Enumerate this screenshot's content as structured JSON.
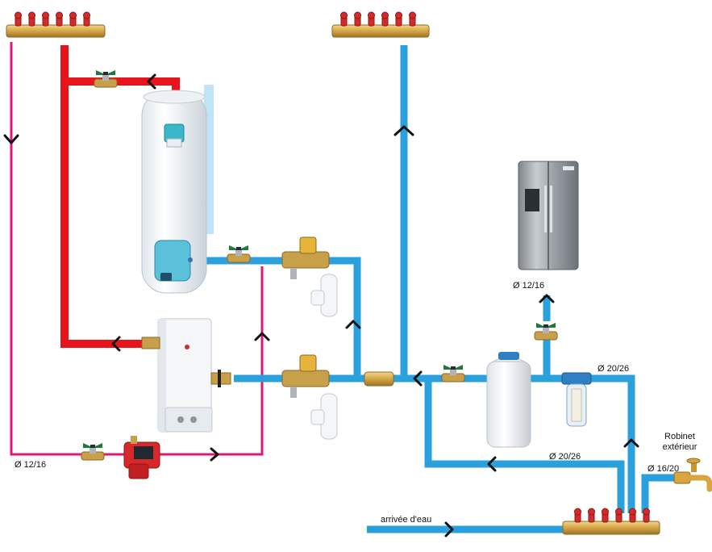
{
  "labels": {
    "d_return_left": "Ø 12/16",
    "d_fridge": "Ø 12/16",
    "d_filter_top": "Ø 20/26",
    "d_return_bottom": "Ø 20/26",
    "d_outdoor": "Ø 16/20",
    "outdoor_tap_line1": "Robinet",
    "outdoor_tap_line2": "extérieur",
    "water_inlet": "arrivée d'eau"
  },
  "colors": {
    "hot_water_pipe": "#e8141c",
    "return_loop_pipe": "#e0177a",
    "cold_water_pipe": "#2aa0dd",
    "manifold_brass": "#d4a545",
    "valve_handle": "#1e7a3c",
    "manifold_cap": "#d42a2a"
  },
  "icons": [
    "manifold-icon",
    "ball-valve-icon",
    "water-heater-icon",
    "boiler-icon",
    "safety-group-icon",
    "circulator-pump-icon",
    "water-softener-icon",
    "filter-icon",
    "refrigerator-icon",
    "outdoor-tap-icon",
    "direction-chevron-icon"
  ]
}
